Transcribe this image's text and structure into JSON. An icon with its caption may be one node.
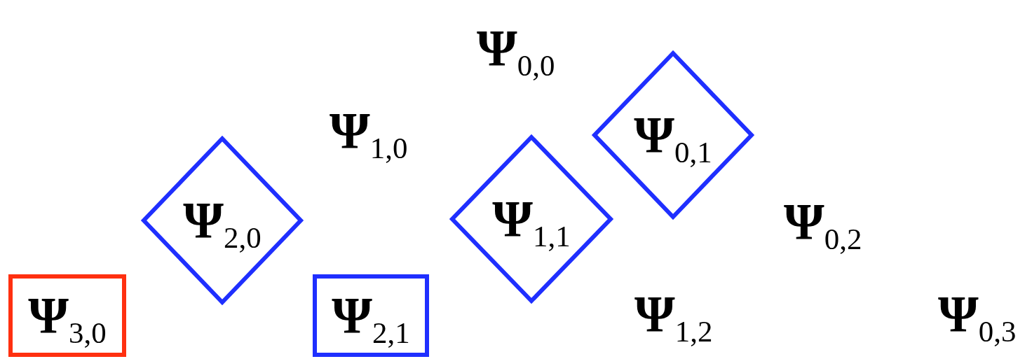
{
  "diagram": {
    "nodes": [
      {
        "text": [
          "Ψ$_{0,1}$"
        ]
      },
      {
        "text": [
          "Ψ$_{2,0}$"
        ]
      },
      {
        "text": [
          "Ψ$_{1,1}$"
        ]
      },
      {
        "text": [
          "Ψ$_{3,0}$"
        ]
      },
      {
        "text": [
          "Ψ$_{2,1}$"
        ]
      }
    ],
    "edges": [],
    "labels": [
      "Ψ$_{0,0}$",
      "Ψ$_{1,0}$",
      "Ψ$_{0,2}$",
      "Ψ$_{1,2}$",
      "Ψ$_{0,3}$"
    ]
  }
}
